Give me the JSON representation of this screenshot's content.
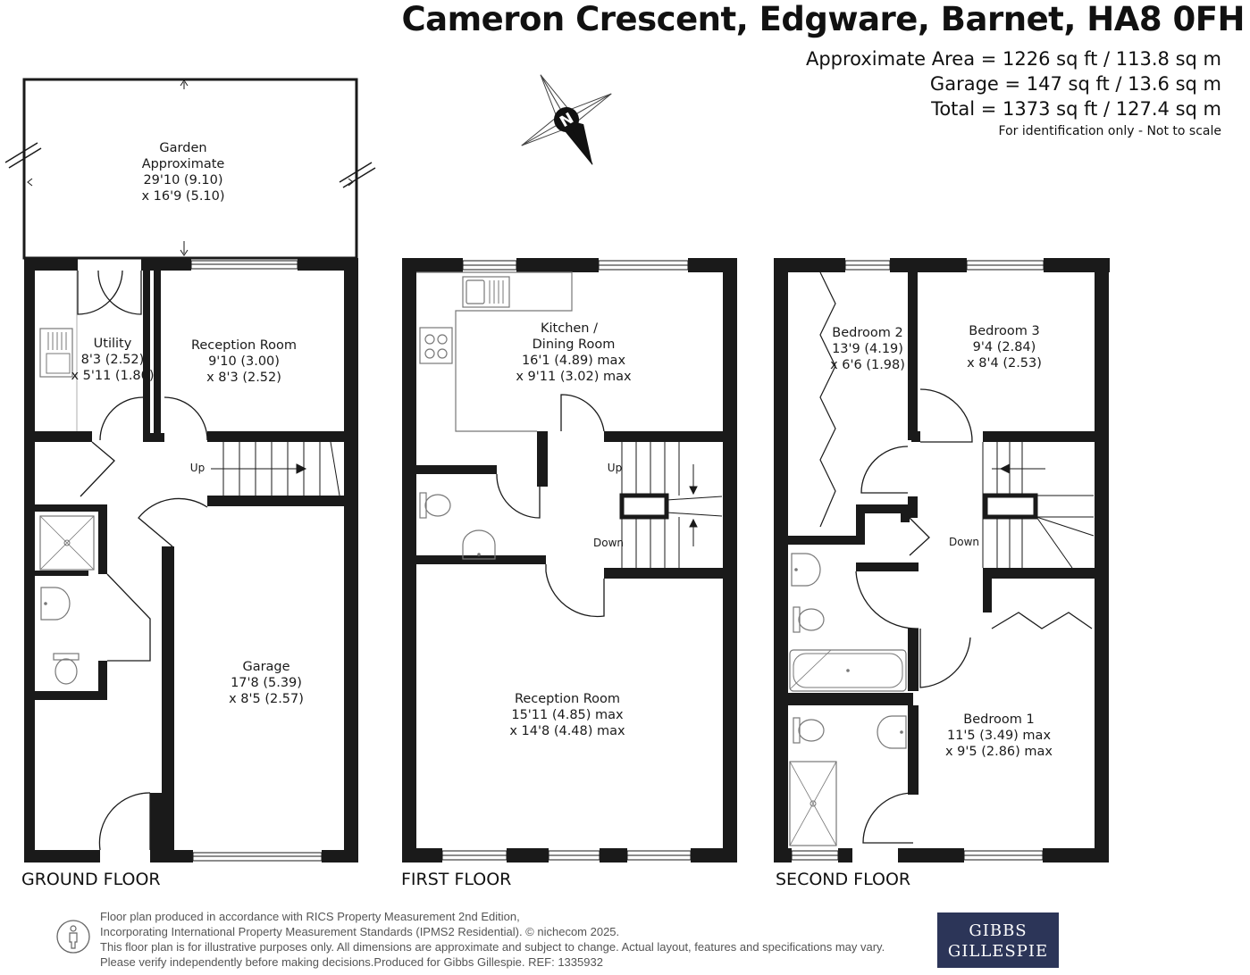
{
  "header": {
    "address": "Cameron Crescent, Edgware, Barnet, HA8 0FH",
    "area_approx": "Approximate Area = 1226 sq ft / 113.8 sq m",
    "area_garage": "Garage = 147 sq ft / 13.6 sq m",
    "area_total": "Total = 1373 sq ft / 127.4 sq m",
    "disclaimer": "For identification only - Not to scale"
  },
  "compass": {
    "label": "N"
  },
  "floors": {
    "ground": "GROUND FLOOR",
    "first": "FIRST FLOOR",
    "second": "SECOND FLOOR"
  },
  "rooms": {
    "garden": {
      "name": "Garden",
      "line2": "Approximate",
      "dim1": "29'10 (9.10)",
      "dim2": "x 16'9 (5.10)"
    },
    "utility": {
      "name": "Utility",
      "dim1": "8'3 (2.52)",
      "dim2": "x 5'11 (1.80)"
    },
    "reception_ground": {
      "name": "Reception Room",
      "dim1": "9'10 (3.00)",
      "dim2": "x 8'3 (2.52)"
    },
    "garage": {
      "name": "Garage",
      "dim1": "17'8 (5.39)",
      "dim2": "x 8'5 (2.57)"
    },
    "kitchen": {
      "name": "Kitchen /",
      "line2": "Dining Room",
      "dim1": "16'1 (4.89) max",
      "dim2": "x 9'11 (3.02) max"
    },
    "reception_first": {
      "name": "Reception Room",
      "dim1": "15'11 (4.85) max",
      "dim2": "x 14'8 (4.48) max"
    },
    "bedroom2": {
      "name": "Bedroom 2",
      "dim1": "13'9 (4.19)",
      "dim2": "x 6'6 (1.98)"
    },
    "bedroom3": {
      "name": "Bedroom 3",
      "dim1": "9'4 (2.84)",
      "dim2": "x 8'4 (2.53)"
    },
    "bedroom1": {
      "name": "Bedroom 1",
      "dim1": "11'5 (3.49) max",
      "dim2": "x 9'5 (2.86) max"
    }
  },
  "stair_labels": {
    "ground_up": "Up",
    "first_up": "Up",
    "first_down": "Down",
    "second_down": "Down"
  },
  "footer": {
    "line1": "Floor plan produced in accordance with RICS Property Measurement 2nd Edition,",
    "line2": "Incorporating International Property Measurement Standards (IPMS2 Residential).   © nichecom 2025.",
    "line3": "This floor plan is for illustrative purposes only. All dimensions are approximate and subject to change. Actual layout, features and specifications may vary.",
    "line4": "Please verify independently before making decisions.Produced for Gibbs Gillespie.   REF:   1335932"
  },
  "brand": {
    "line1": "GIBBS",
    "line2": "GILLESPIE",
    "color": "#2c3558"
  },
  "colors": {
    "wall": "#1a1a1a",
    "fixture": "#777777"
  }
}
